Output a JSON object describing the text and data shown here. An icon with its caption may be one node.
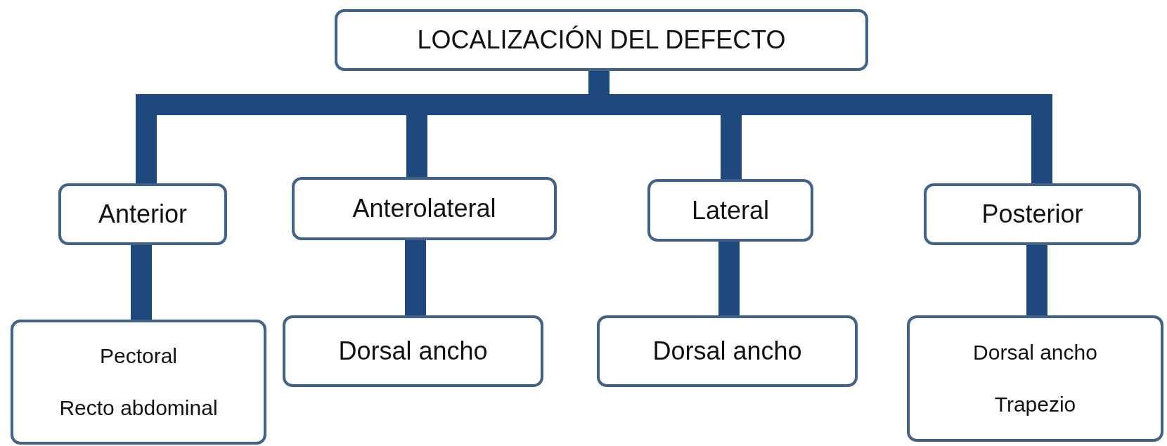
{
  "diagram": {
    "nodes": [
      {
        "text": [
          "LOCALIZACIÓN DEL DEFECTO"
        ]
      },
      {
        "text": [
          "Anterior"
        ]
      },
      {
        "text": [
          "Anterolateral"
        ]
      },
      {
        "text": [
          "Lateral"
        ]
      },
      {
        "text": [
          "Posterior"
        ]
      },
      {
        "text": [
          "Pectoral",
          "Recto abdominal"
        ]
      },
      {
        "text": [
          "Dorsal ancho"
        ]
      },
      {
        "text": [
          "Dorsal ancho"
        ]
      },
      {
        "text": [
          "Dorsal ancho",
          "Trapezio"
        ]
      }
    ],
    "edges": [
      {
        "from": 0,
        "to": 1,
        "arrow": "none"
      },
      {
        "from": 0,
        "to": 2,
        "arrow": "none"
      },
      {
        "from": 0,
        "to": 3,
        "arrow": "none"
      },
      {
        "from": 0,
        "to": 4,
        "arrow": "none"
      },
      {
        "from": 1,
        "to": 5,
        "arrow": "none"
      },
      {
        "from": 2,
        "to": 6,
        "arrow": "none"
      },
      {
        "from": 3,
        "to": 7,
        "arrow": "none"
      },
      {
        "from": 4,
        "to": 8,
        "arrow": "none"
      }
    ]
  }
}
